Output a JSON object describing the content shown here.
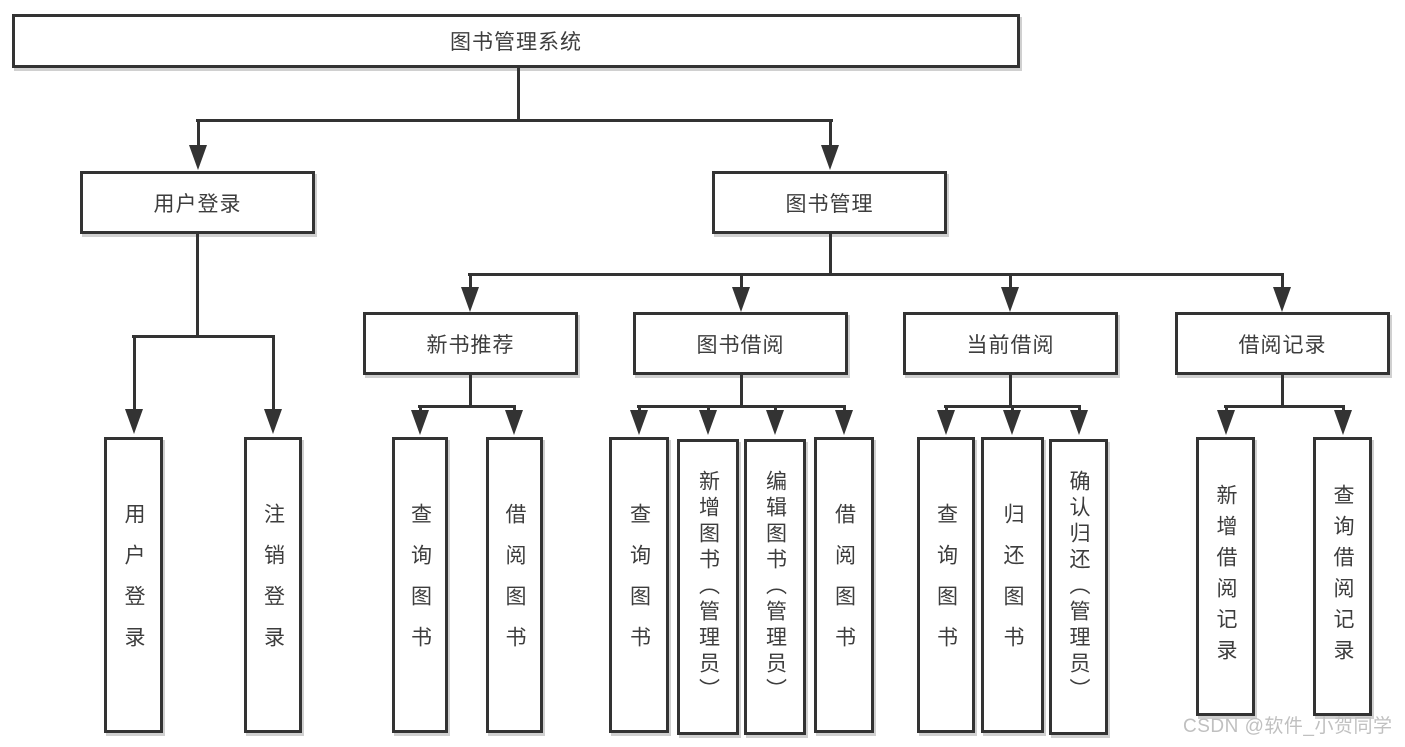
{
  "nodes": {
    "root": "图书管理系统",
    "user_login": "用户登录",
    "book_mgmt": "图书管理",
    "new_books": "新书推荐",
    "book_borrow": "图书借阅",
    "current_borrow": "当前借阅",
    "borrow_records": "借阅记录"
  },
  "leaves": {
    "user_login": [
      "用户登录",
      "注销登录"
    ],
    "new_books": [
      "查询图书",
      "借阅图书"
    ],
    "book_borrow": [
      "查询图书",
      "新增图书（管理员）",
      "编辑图书（管理员）",
      "借阅图书"
    ],
    "current_borrow": [
      "查询图书",
      "归还图书",
      "确认归还（管理员）"
    ],
    "borrow_records": [
      "新增借阅记录",
      "查询借阅记录"
    ]
  },
  "watermark": "CSDN @软件_小贺同学",
  "colors": {
    "line": "#333333",
    "text": "#3d3d3d",
    "box_bg": "#ffffff",
    "watermark": "#c0c0c0"
  }
}
